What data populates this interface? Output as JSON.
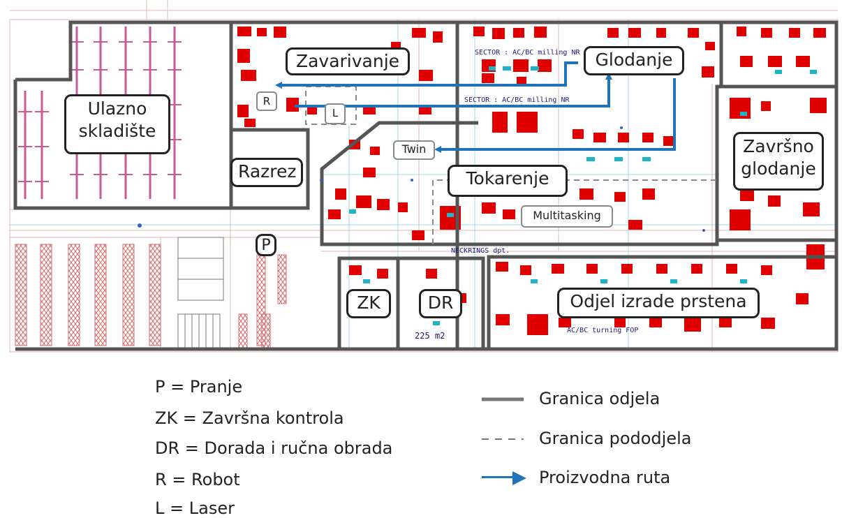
{
  "zones": {
    "ulazno": "Ulazno\nskladište",
    "zavarivanje": "Zavarivanje",
    "glodanje": "Glodanje",
    "razrez": "Razrez",
    "tokarenje": "Tokarenje",
    "zavrsno": "Završno\nglodanje",
    "zk": "ZK",
    "dr": "DR",
    "prsten": "Odjel izrade prstena",
    "p": "P",
    "r": "R",
    "l": "L",
    "twin": "Twin",
    "multitasking": "Multitasking"
  },
  "plan_text": {
    "milling1": "SECTOR : AC/BC milling NR",
    "milling2": "SECTOR : AC/BC milling NR",
    "neckrings": "NECKRINGS dpt.",
    "area": "225 m2",
    "turning": "AC/BC turning FOP"
  },
  "legend": {
    "abbreviations": [
      "P = Pranje",
      "ZK = Završna kontrola",
      "DR = Dorada i ručna obrada",
      "R = Robot",
      "L = Laser"
    ],
    "solid_line": "Granica odjela",
    "dashed_line": "Granica pododjela",
    "route_arrow": "Proizvodna ruta"
  },
  "colors": {
    "boundary": "#555555",
    "route": "#1f73b7",
    "machines": "#e00000",
    "plan_lines": "#d4a5a5"
  }
}
